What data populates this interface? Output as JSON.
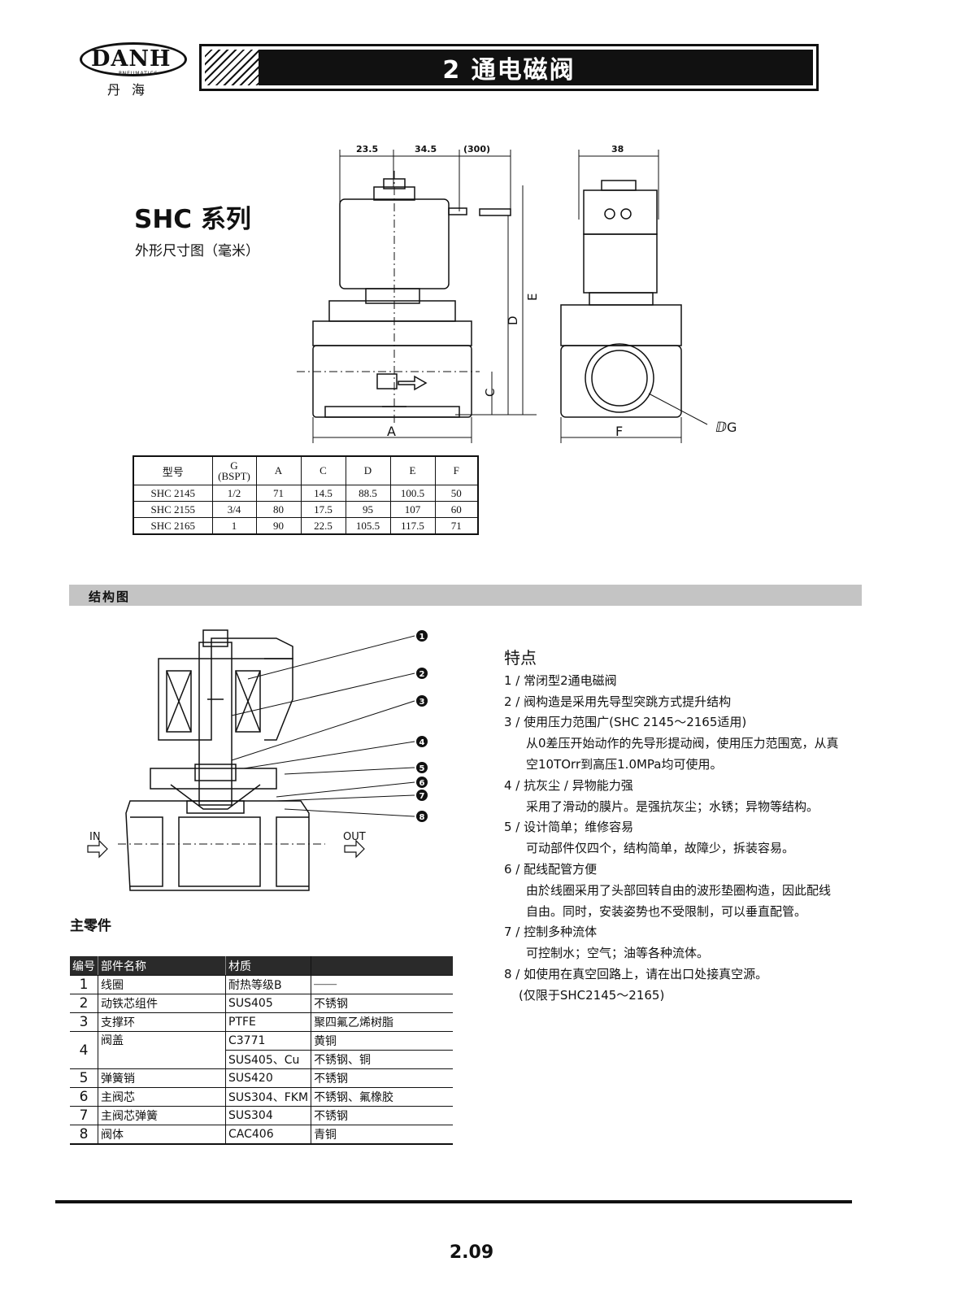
{
  "header": {
    "brand": "DANH",
    "brand_sub": "PNEUMATICS",
    "brand_cn": "丹海",
    "title": "2 通电磁阀"
  },
  "series": {
    "name": "SHC 系列",
    "subtitle": "外形尺寸图（毫米）"
  },
  "drawing": {
    "top_dims": [
      "23.5",
      "34.5",
      "(300)"
    ],
    "side_dim": "38",
    "labels": {
      "A": "A",
      "C": "C",
      "D": "D",
      "E": "E",
      "F": "F",
      "G": "G"
    }
  },
  "dim_table": {
    "headers": [
      "型号",
      "G",
      "(BSPT)",
      "A",
      "C",
      "D",
      "E",
      "F"
    ],
    "rows": [
      [
        "SHC 2145",
        "1/2",
        "71",
        "14.5",
        "88.5",
        "100.5",
        "50"
      ],
      [
        "SHC 2155",
        "3/4",
        "80",
        "17.5",
        "95",
        "107",
        "60"
      ],
      [
        "SHC 2165",
        "1",
        "90",
        "22.5",
        "105.5",
        "117.5",
        "71"
      ]
    ]
  },
  "section": {
    "title": "结构图"
  },
  "structure": {
    "in_label": "IN",
    "out_label": "OUT",
    "callouts": [
      "1",
      "2",
      "3",
      "4",
      "5",
      "6",
      "7",
      "8"
    ]
  },
  "features": {
    "title": "特点",
    "lines": [
      {
        "t": "1 / 常闭型2通电磁阀",
        "indent": false
      },
      {
        "t": "2 / 阀构造是采用先导型突跳方式提升结构",
        "indent": false
      },
      {
        "t": "3 / 使用压力范围广(SHC 2145～2165适用)",
        "indent": false
      },
      {
        "t": "从0差压开始动作的先导形提动阀，使用压力范围宽，从真",
        "indent": true
      },
      {
        "t": "空10TOrr到高压1.0MPa均可使用。",
        "indent": true
      },
      {
        "t": "4 / 抗灰尘 / 异物能力强",
        "indent": false
      },
      {
        "t": "采用了滑动的膜片。是强抗灰尘；水锈；异物等结构。",
        "indent": true
      },
      {
        "t": "5 / 设计简单；维修容易",
        "indent": false
      },
      {
        "t": "可动部件仅四个，结构简单，故障少，拆装容易。",
        "indent": true
      },
      {
        "t": "6 / 配线配管方便",
        "indent": false
      },
      {
        "t": "由於线圈采用了头部回转自由的波形垫圈构造，因此配线",
        "indent": true
      },
      {
        "t": "自由。同时，安装姿势也不受限制，可以垂直配管。",
        "indent": true
      },
      {
        "t": "7 / 控制多种流体",
        "indent": false
      },
      {
        "t": "可控制水；空气；油等各种流体。",
        "indent": true
      },
      {
        "t": "8 / 如使用在真空回路上，请在出口处接真空源。",
        "indent": false
      },
      {
        "t": "(仅限于SHC2145～2165)",
        "indent": "half"
      }
    ]
  },
  "parts": {
    "title": "主零件",
    "headers": [
      "编号",
      "部件名称",
      "材质"
    ],
    "rows": [
      {
        "no": "1",
        "name": "线圈",
        "m1": "耐热等级B",
        "m2": "——"
      },
      {
        "no": "2",
        "name": "动铁芯组件",
        "m1": "SUS405",
        "m2": "不锈钢"
      },
      {
        "no": "3",
        "name": "支撑环",
        "m1": "PTFE",
        "m2": "聚四氟乙烯树脂"
      },
      {
        "no": "4",
        "name": "阀盖",
        "m1": "C3771",
        "m2": "黄铜",
        "m1b": "SUS405、Cu",
        "m2b": "不锈钢、铜"
      },
      {
        "no": "5",
        "name": "弹簧销",
        "m1": "SUS420",
        "m2": "不锈钢"
      },
      {
        "no": "6",
        "name": "主阀芯",
        "m1": "SUS304、FKM",
        "m2": "不锈钢、氟橡胶"
      },
      {
        "no": "7",
        "name": "主阀芯弹簧",
        "m1": "SUS304",
        "m2": "不锈钢"
      },
      {
        "no": "8",
        "name": "阀体",
        "m1": "CAC406",
        "m2": "青铜"
      }
    ]
  },
  "footer": {
    "page": "2.09"
  }
}
